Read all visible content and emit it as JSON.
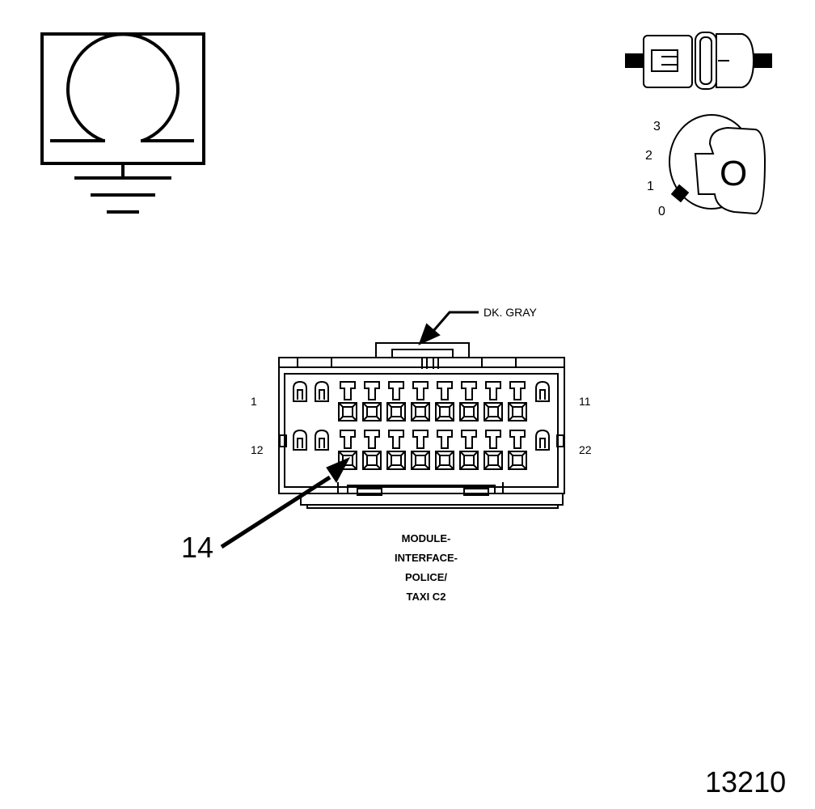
{
  "symbols": {
    "ohmmeter_icon": "ohmmeter-ground-icon",
    "connector_disconnect_icon": "disconnect-connector-icon",
    "ignition_icon": "ignition-key-off-icon",
    "ignition_positions": [
      "3",
      "2",
      "1",
      "0"
    ],
    "key_label": "O"
  },
  "connector": {
    "color_label": "DK. GRAY",
    "pin_label_top_left": "1",
    "pin_label_top_right": "11",
    "pin_label_bottom_left": "12",
    "pin_label_bottom_right": "22",
    "callout_number": "14",
    "name_lines": [
      "MODULE-",
      "INTERFACE-",
      "POLICE/",
      "TAXI C2"
    ]
  },
  "figure_number": "13210"
}
